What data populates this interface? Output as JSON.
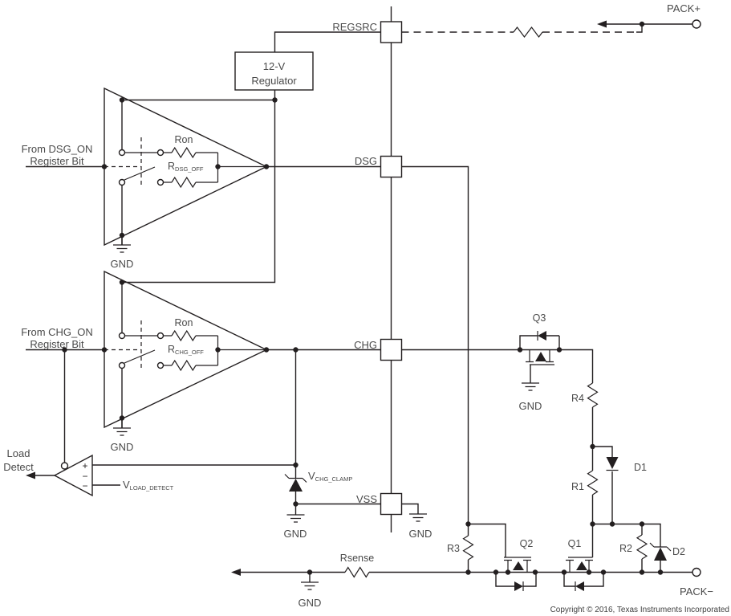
{
  "terminals": {
    "pack_plus": "PACK+",
    "pack_minus": "PACK−"
  },
  "pins": {
    "regsrc": "REGSRC",
    "dsg": "DSG",
    "chg": "CHG",
    "vss": "VSS"
  },
  "regulator": {
    "line1": "12-V",
    "line2": "Regulator"
  },
  "gnd": "GND",
  "dsg_driver": {
    "input_line1": "From DSG_ON",
    "input_line2": "Register Bit",
    "ron": "Ron",
    "roff_base": "R",
    "roff_sub": "DSG_OFF"
  },
  "chg_driver": {
    "input_line1": "From CHG_ON",
    "input_line2": "Register Bit",
    "ron": "Ron",
    "roff_base": "R",
    "roff_sub": "CHG_OFF"
  },
  "comparator": {
    "label_line1": "Load",
    "label_line2": "Detect",
    "plus": "+",
    "minus1": "−",
    "minus2": "−",
    "vref_base": "V",
    "vref_sub": "LOAD_DETECT"
  },
  "clamp": {
    "base": "V",
    "sub": "CHG_CLAMP"
  },
  "components": {
    "q1": "Q1",
    "q2": "Q2",
    "q3": "Q3",
    "r1": "R1",
    "r2": "R2",
    "r3": "R3",
    "r4": "R4",
    "d1": "D1",
    "d2": "D2",
    "rsense": "Rsense"
  },
  "footer": {
    "copyright": "Copyright © 2016, Texas Instruments Incorporated"
  },
  "colors": {
    "line": "#231f20",
    "text": "#4a4a4a",
    "background": "#ffffff"
  }
}
